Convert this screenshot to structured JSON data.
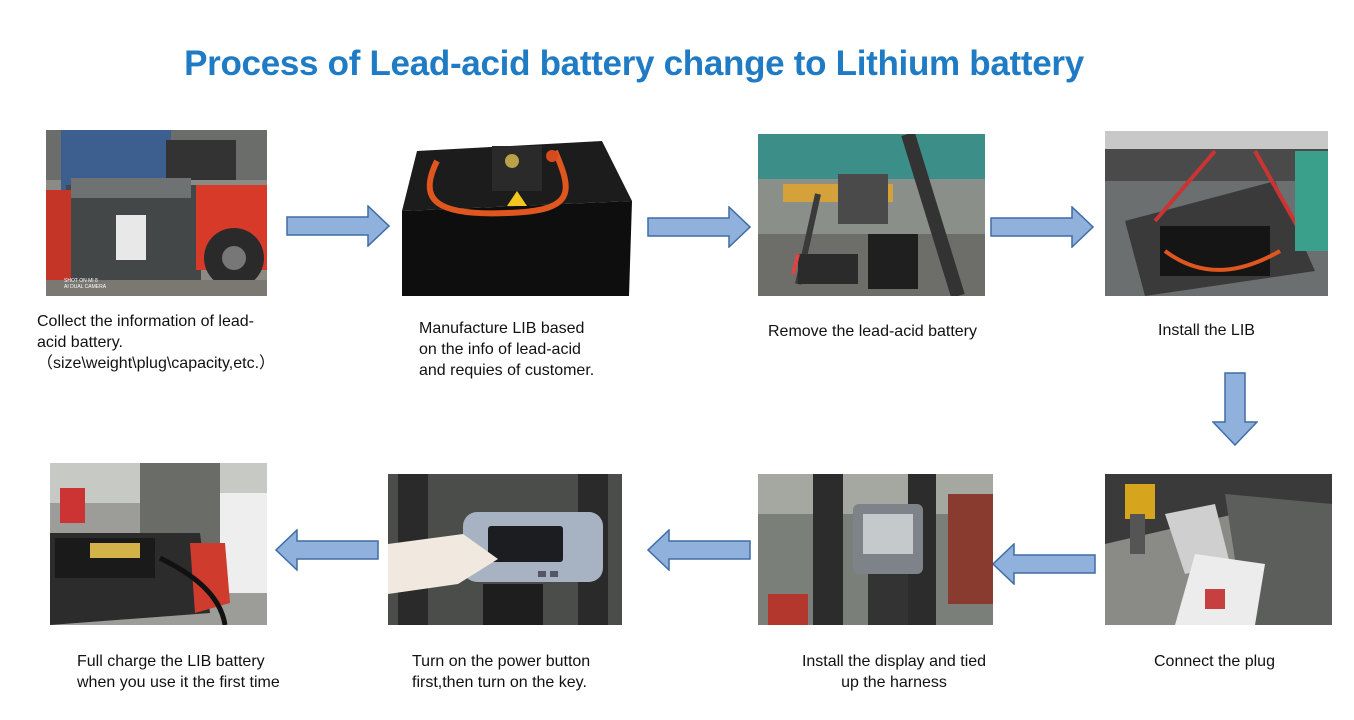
{
  "title": "Process of Lead-acid battery change to Lithium battery",
  "steps": [
    {
      "name": "collect-info",
      "caption": "Collect the information of lead-\nacid battery.\n（size\\weight\\plug\\capacity,etc.）",
      "watermark": "SHOT ON MI 8\nAI DUAL CAMERA"
    },
    {
      "name": "manufacture",
      "caption": "Manufacture LIB based\non the info of lead-acid\nand requies of customer."
    },
    {
      "name": "remove",
      "caption": "Remove the lead-acid battery"
    },
    {
      "name": "install-lib",
      "caption": "Install the LIB"
    },
    {
      "name": "connect-plug",
      "caption": "Connect the plug"
    },
    {
      "name": "install-display",
      "caption": "Install the display and tied\nup the harness"
    },
    {
      "name": "power-on",
      "caption": "Turn on the power button\nfirst,then turn on the key."
    },
    {
      "name": "full-charge",
      "caption": "Full charge the LIB battery\nwhen you use it the first time"
    }
  ],
  "colors": {
    "title": "#1e7bc4",
    "arrow_fill": "#8fb1dc",
    "arrow_stroke": "#3e6da6"
  }
}
